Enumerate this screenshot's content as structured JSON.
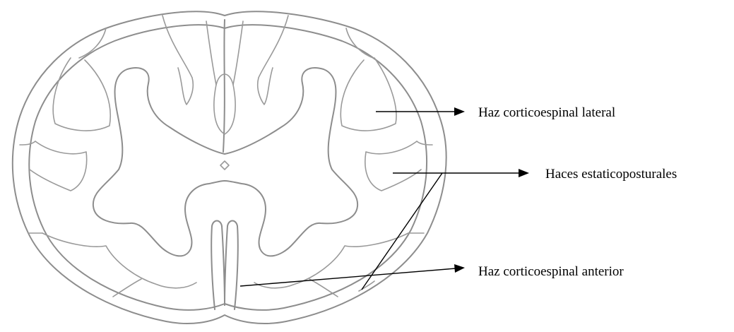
{
  "labels": {
    "lateral": "Haz corticoespinal lateral",
    "static": "Haces estaticoposturales",
    "anterior": "Haz corticoespinal anterior"
  }
}
